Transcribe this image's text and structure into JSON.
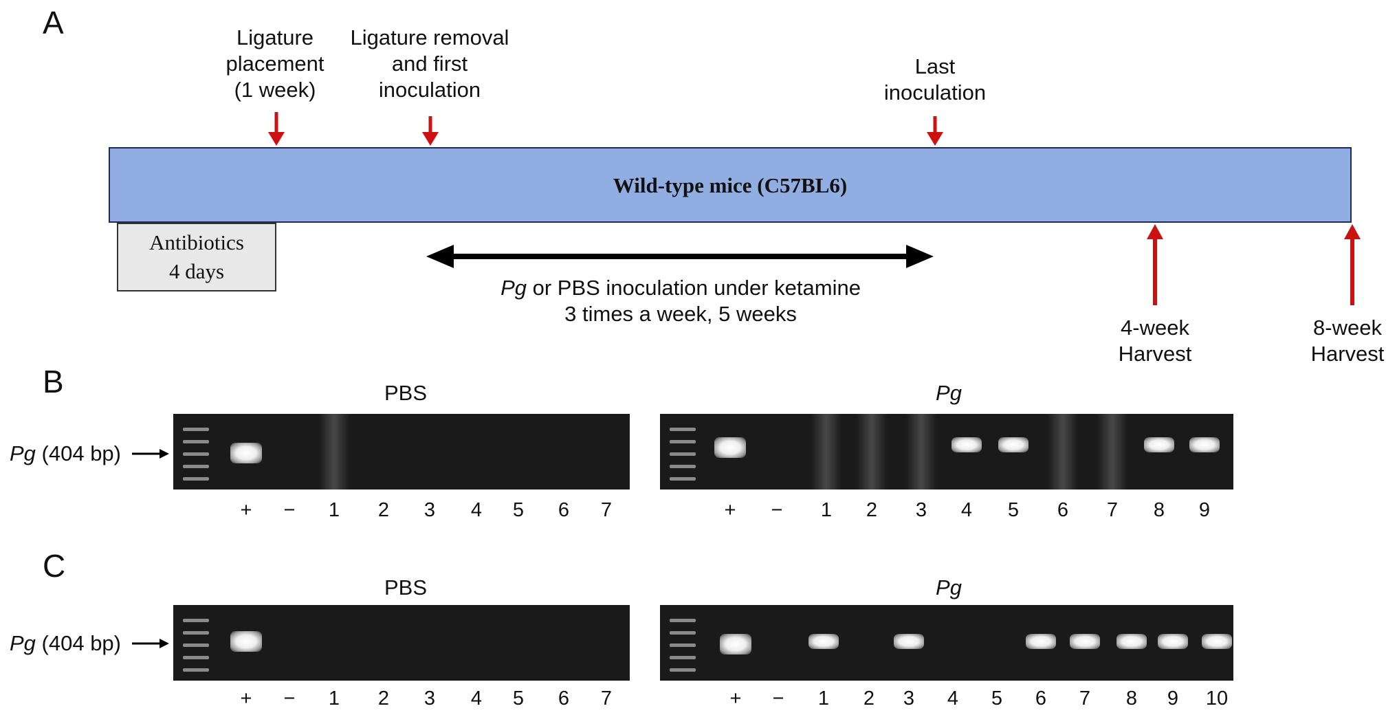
{
  "panels": {
    "a": "A",
    "b": "B",
    "c": "C"
  },
  "timeline": {
    "bar_label": "Wild-type mice (C57BL6)",
    "antibiotics": {
      "line1": "Antibiotics",
      "line2": "4 days"
    },
    "ligature": {
      "line1": "Ligature",
      "line2": "placement",
      "line3": "(1 week)"
    },
    "removal": {
      "line1": "Ligature removal",
      "line2": "and first",
      "line3": "inoculation"
    },
    "last": {
      "line1": "Last",
      "line2": "inoculation"
    },
    "period": {
      "pg": "Pg",
      "line1_rest": " or PBS inoculation under ketamine",
      "line2": "3 times a week, 5 weeks"
    },
    "harvest4": {
      "line1": "4-week",
      "line2": "Harvest"
    },
    "harvest8": {
      "line1": "8-week",
      "line2": "Harvest"
    },
    "colors": {
      "bar": "#91aee3",
      "arrow": "#cc1111",
      "antibiotic_box": "#e8e8e8"
    }
  },
  "gel_b": {
    "pbs_title": "PBS",
    "pg_title": "Pg",
    "marker": {
      "pg": "Pg",
      "rest": " (404 bp)"
    },
    "pbs_lanes": [
      "+",
      "−",
      "1",
      "2",
      "3",
      "4",
      "5",
      "6",
      "7"
    ],
    "pg_lanes": [
      "+",
      "−",
      "1",
      "2",
      "3",
      "4",
      "5",
      "6",
      "7",
      "8",
      "9"
    ],
    "pbs_positive": [
      "+"
    ],
    "pg_positive": [
      "+",
      "4",
      "5",
      "8",
      "9"
    ]
  },
  "gel_c": {
    "pbs_title": "PBS",
    "pg_title": "Pg",
    "marker": {
      "pg": "Pg",
      "rest": " (404 bp)"
    },
    "pbs_lanes": [
      "+",
      "−",
      "1",
      "2",
      "3",
      "4",
      "5",
      "6",
      "7"
    ],
    "pg_lanes": [
      "+",
      "−",
      "1",
      "2",
      "3",
      "4",
      "5",
      "6",
      "7",
      "8",
      "9",
      "10"
    ],
    "pbs_positive": [
      "+"
    ],
    "pg_positive": [
      "+",
      "1",
      "3",
      "6",
      "7",
      "8",
      "9",
      "10"
    ]
  }
}
